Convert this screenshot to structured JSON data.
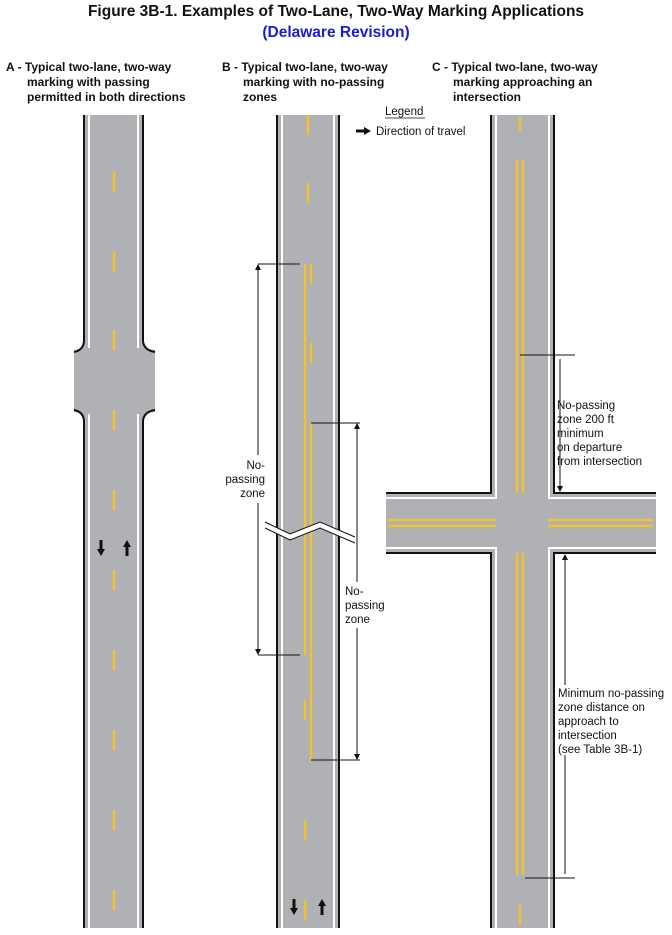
{
  "title": "Figure 3B-1.  Examples of Two-Lane, Two-Way Marking Applications",
  "subtitle": "(Delaware Revision)",
  "panels": {
    "a": {
      "heading": [
        "A - Typical two-lane, two-way",
        "marking with passing",
        "permitted in both directions"
      ]
    },
    "b": {
      "heading": [
        "B - Typical two-lane, two-way",
        "marking with no-passing",
        "zones"
      ],
      "zone_label_left": [
        "No-",
        "passing",
        "zone"
      ],
      "zone_label_right": [
        "No-",
        "passing",
        "zone"
      ]
    },
    "c": {
      "heading": [
        "C - Typical two-lane, two-way",
        "marking approaching an",
        "intersection"
      ],
      "departure_label": [
        "No-passing",
        "zone 200 ft",
        "minimum",
        "on departure",
        "from intersection"
      ],
      "approach_label": [
        "Minimum no-passing",
        "zone distance on",
        "approach to",
        "intersection",
        "(see Table 3B-1)"
      ]
    }
  },
  "legend": {
    "title": "Legend",
    "direction": "Direction of travel",
    "icon": "arrow-right-icon"
  },
  "colors": {
    "road": "#b0b1b4",
    "yellow": "#f2c230",
    "subtitle": "#1a1adb"
  }
}
